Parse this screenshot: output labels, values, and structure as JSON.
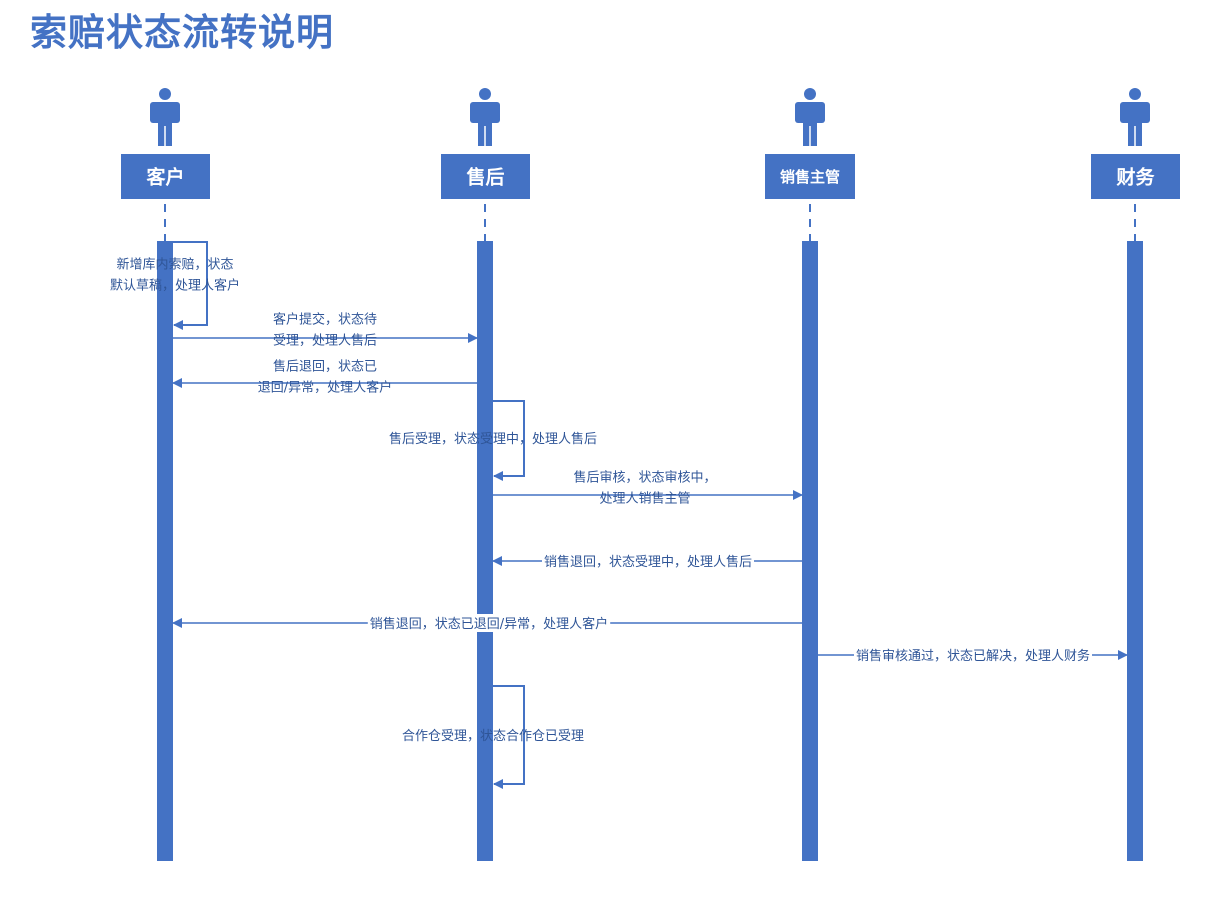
{
  "title": "索赔状态流转说明",
  "colors": {
    "primary": "#4472c4",
    "label_text": "#2f5597",
    "label_background": "#ffffff"
  },
  "actors": [
    {
      "id": "customer",
      "label": "客户"
    },
    {
      "id": "after_sales",
      "label": "售后"
    },
    {
      "id": "sales_manager",
      "label": "销售主管"
    },
    {
      "id": "finance",
      "label": "财务"
    }
  ],
  "messages": [
    {
      "id": "m1",
      "from": "customer",
      "to": "customer",
      "type": "self",
      "label_lines": [
        "新增库内索赔，状态",
        "默认草稿，处理人客户"
      ]
    },
    {
      "id": "m2",
      "from": "customer",
      "to": "after_sales",
      "type": "arrow",
      "label_lines": [
        "客户提交，状态待",
        "受理，处理人售后"
      ]
    },
    {
      "id": "m3",
      "from": "after_sales",
      "to": "customer",
      "type": "arrow",
      "label_lines": [
        "售后退回，状态已",
        "退回/异常，处理人客户"
      ]
    },
    {
      "id": "m4",
      "from": "after_sales",
      "to": "after_sales",
      "type": "self",
      "label_lines": [
        "售后受理，状态受理中，处理人售后"
      ]
    },
    {
      "id": "m5",
      "from": "after_sales",
      "to": "sales_manager",
      "type": "arrow",
      "label_lines": [
        "售后审核，状态审核中，",
        "处理人销售主管"
      ]
    },
    {
      "id": "m6",
      "from": "sales_manager",
      "to": "after_sales",
      "type": "arrow",
      "label_lines": [
        "销售退回，状态受理中，处理人售后"
      ]
    },
    {
      "id": "m7",
      "from": "sales_manager",
      "to": "customer",
      "type": "arrow",
      "label_lines": [
        "销售退回，状态已退回/异常，处理人客户"
      ]
    },
    {
      "id": "m8",
      "from": "sales_manager",
      "to": "finance",
      "type": "arrow",
      "label_lines": [
        "销售审核通过，状态已解决，处理人财务"
      ]
    },
    {
      "id": "m9",
      "from": "after_sales",
      "to": "after_sales",
      "type": "self",
      "label_lines": [
        "合作仓受理，状态合作仓已受理"
      ]
    }
  ]
}
